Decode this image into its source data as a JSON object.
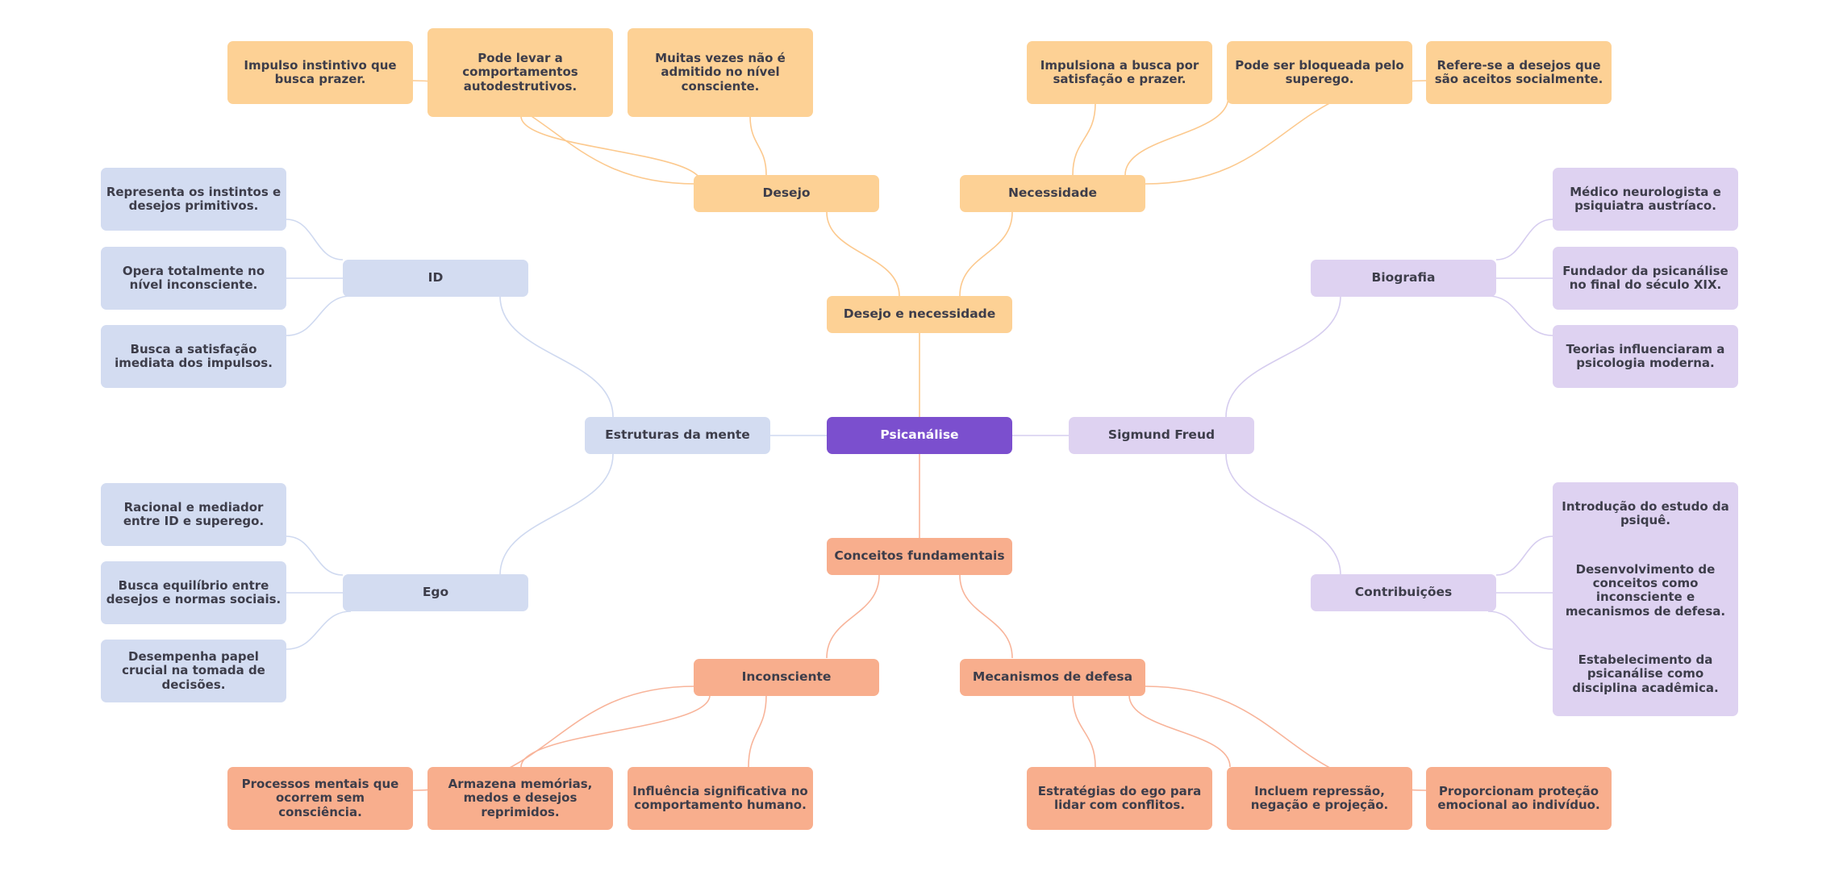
{
  "colors": {
    "root": "#7b4fce",
    "desire": "#fdd195",
    "concepts": "#f8ae8d",
    "structures": "#d3dcf1",
    "freud": "#ded2f1",
    "link_desire": "#fcc98e",
    "link_concepts": "#f8b49a",
    "link_structures": "#cfd9f0",
    "link_freud": "#d6cdef"
  },
  "mindmap": {
    "root": "Psicanálise",
    "desire": {
      "label": "Desejo e necessidade",
      "desejo": {
        "label": "Desejo",
        "leaves": [
          "Impulso instintivo que busca prazer.",
          "Pode levar a comportamentos autodestrutivos.",
          "Muitas vezes não é admitido no nível consciente."
        ]
      },
      "necessidade": {
        "label": "Necessidade",
        "leaves": [
          "Impulsiona a busca por satisfação e prazer.",
          "Pode ser bloqueada pelo superego.",
          "Refere-se a desejos que são aceitos socialmente."
        ]
      }
    },
    "concepts": {
      "label": "Conceitos fundamentais",
      "inconsciente": {
        "label": "Inconsciente",
        "leaves": [
          "Processos mentais que ocorrem sem consciência.",
          "Armazena memórias, medos e desejos reprimidos.",
          "Influência significativa no comportamento humano."
        ]
      },
      "mecanismos": {
        "label": "Mecanismos de defesa",
        "leaves": [
          "Estratégias do ego para lidar com conflitos.",
          "Incluem repressão, negação e projeção.",
          "Proporcionam proteção emocional ao indivíduo."
        ]
      }
    },
    "structures": {
      "label": "Estruturas da mente",
      "id": {
        "label": "ID",
        "leaves": [
          "Representa os instintos e desejos primitivos.",
          "Opera totalmente no nível inconsciente.",
          "Busca a satisfação imediata dos impulsos."
        ]
      },
      "ego": {
        "label": "Ego",
        "leaves": [
          "Racional e mediador entre ID e superego.",
          "Busca equilíbrio entre desejos e normas sociais.",
          "Desempenha papel crucial na tomada de decisões."
        ]
      }
    },
    "freud": {
      "label": "Sigmund Freud",
      "biografia": {
        "label": "Biografia",
        "leaves": [
          "Médico neurologista e psiquiatra austríaco.",
          "Fundador da psicanálise no final do século XIX.",
          "Teorias influenciaram a psicologia moderna."
        ]
      },
      "contribuicoes": {
        "label": "Contribuições",
        "leaves": [
          "Introdução do estudo da psiquê.",
          "Desenvolvimento de conceitos como inconsciente e mecanismos de defesa.",
          "Estabelecimento da psicanálise como disciplina acadêmica."
        ]
      }
    }
  }
}
